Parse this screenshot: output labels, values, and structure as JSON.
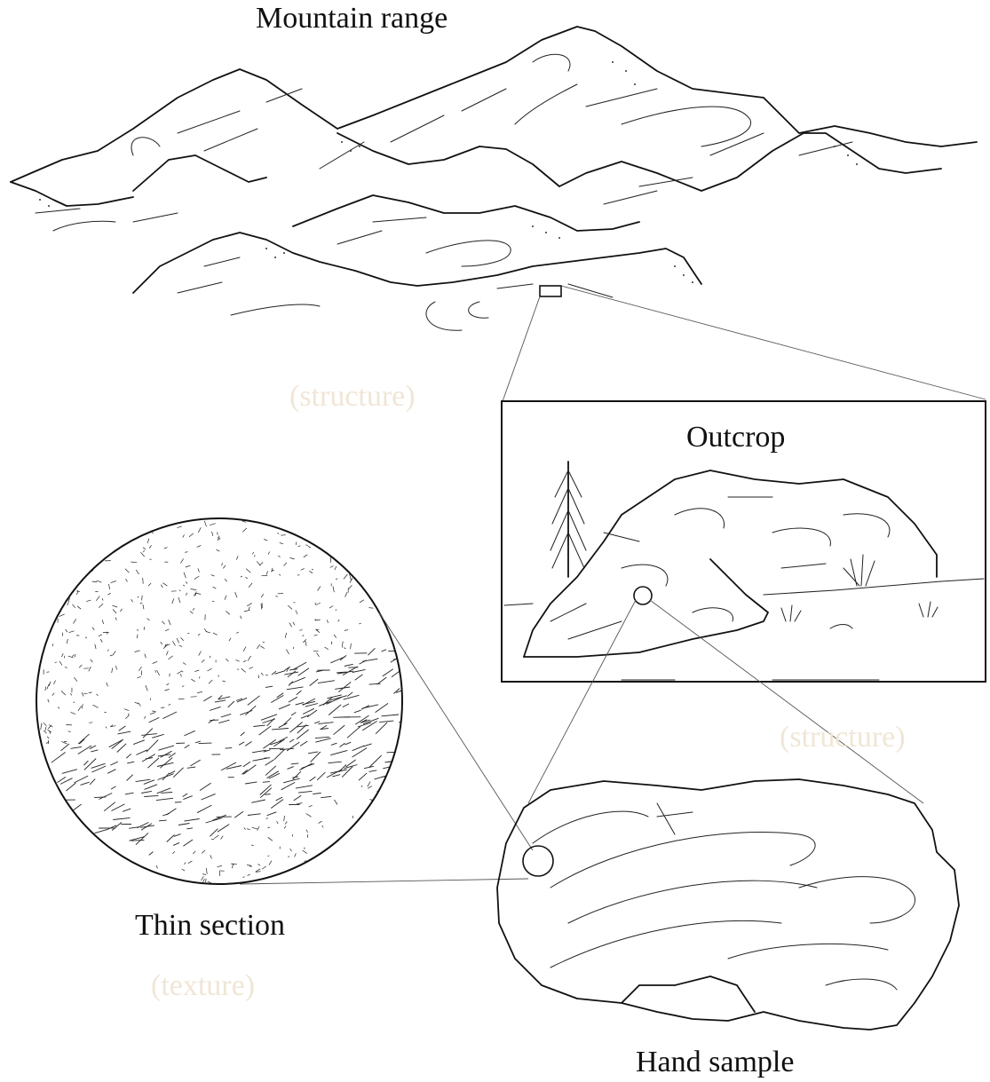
{
  "labels": {
    "mountain_range": "Mountain range",
    "structure_1": "(structure)",
    "outcrop": "Outcrop",
    "structure_2": "(structure)",
    "thin_section": "Thin section",
    "texture": "(texture)",
    "hand_sample": "Hand sample"
  },
  "colors": {
    "ink": "#111111",
    "faint_label": "#f0e6d6",
    "background": "#ffffff"
  }
}
